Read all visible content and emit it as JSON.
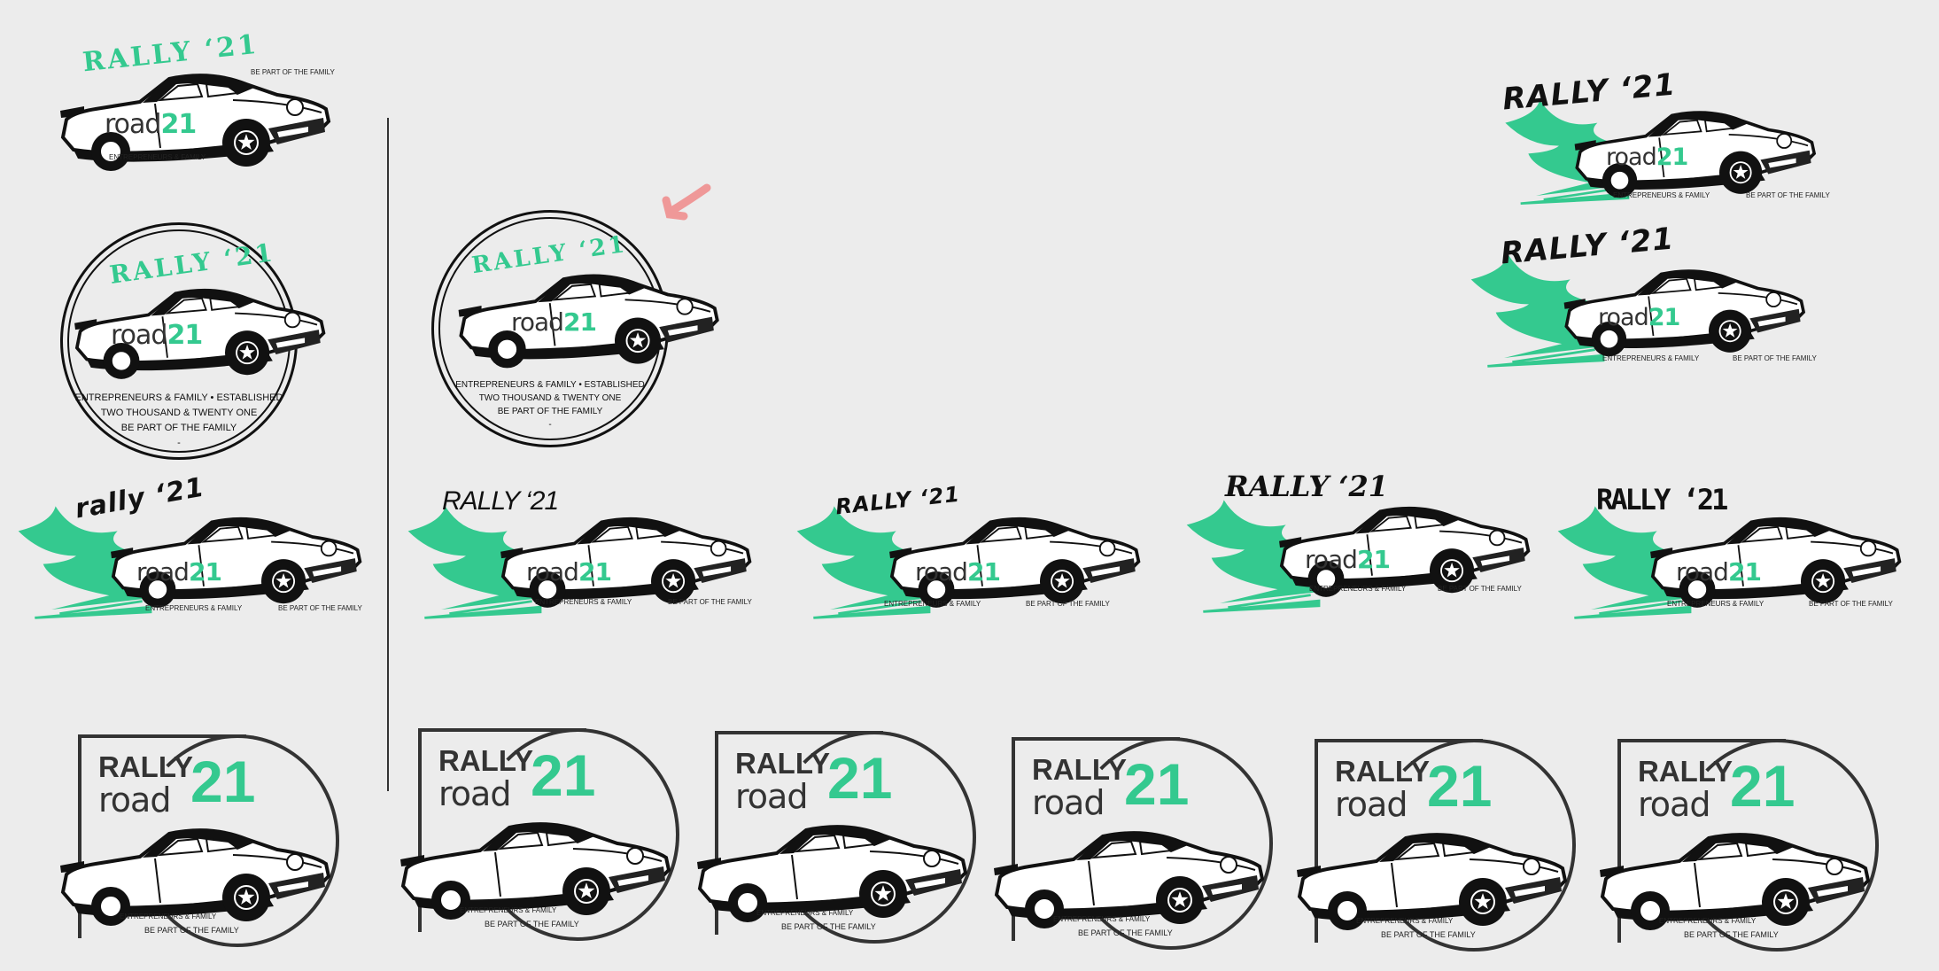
{
  "text": {
    "rally": "RALLY ‘21",
    "rally_lower": "rally ‘21",
    "rally_word": "RALLY",
    "road": "road",
    "num": "21",
    "tagline": "ENTREPRENEURS & FAMILY",
    "family": "BE PART OF THE FAMILY",
    "seal_line1": "ENTREPRENEURS & FAMILY • ESTABLISHED",
    "seal_line2": "TWO THOUSAND & TWENTY ONE",
    "seal_line3": "BE PART OF THE FAMILY",
    "seal_dash": "-"
  },
  "colors": {
    "accent": "#34c98f",
    "ink": "#111111",
    "background": "#ececec",
    "annotation_arrow": "#f08a8a"
  }
}
